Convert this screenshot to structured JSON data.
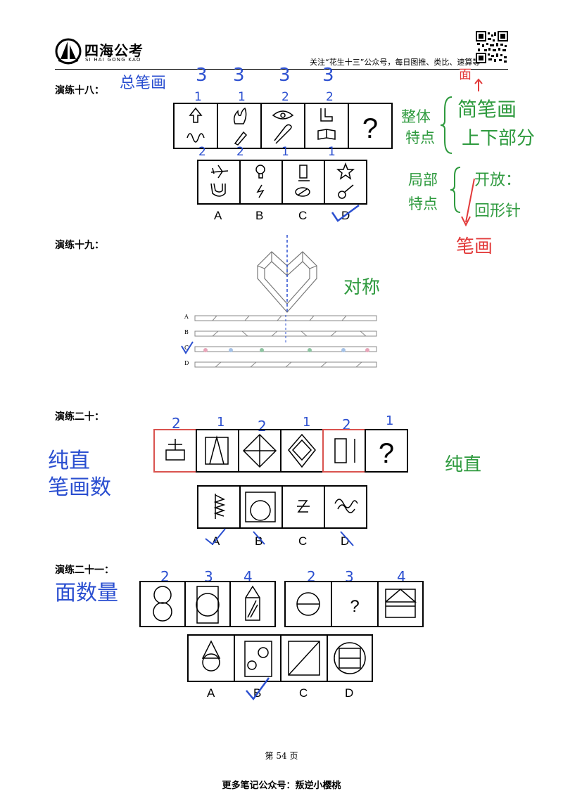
{
  "header": {
    "logo_cn": "四海公考",
    "logo_en": "SI HAI GONG KAO",
    "promo": "关注“花生十三”公众号，每日图推、类比、速算等"
  },
  "ex18": {
    "title": "演练十八：",
    "note_total": "总笔画",
    "stroke_top": [
      "3",
      "3",
      "3",
      "3"
    ],
    "stroke_row1": [
      "1",
      "1",
      "2",
      "2"
    ],
    "stroke_row2": [
      "2",
      "2",
      "1",
      "1"
    ],
    "question": "?",
    "options": [
      "A",
      "B",
      "C",
      "D"
    ],
    "note_whole": "整体",
    "note_feature": "特点",
    "note_simple": "简笔画",
    "note_updown": "上下部分",
    "note_part": "局部",
    "note_feature2": "特点",
    "note_open": "开放：",
    "note_loop": "回形针",
    "note_surface": "面",
    "note_stroke": "笔画"
  },
  "ex19": {
    "title": "演练十九：",
    "note": "对称",
    "options": [
      "A",
      "B",
      "C",
      "D"
    ]
  },
  "ex20": {
    "title": "演练二十：",
    "counts": [
      "2",
      "1",
      "2",
      "1",
      "2",
      "1"
    ],
    "question": "?",
    "options": [
      "A",
      "B",
      "C",
      "D"
    ],
    "note_left1": "纯直",
    "note_left2": "笔画数",
    "note_right": "纯直"
  },
  "ex21": {
    "title": "演练二十一：",
    "note": "面数量",
    "counts_left": [
      "2",
      "3",
      "4"
    ],
    "counts_right": [
      "2",
      "3",
      "4"
    ],
    "question": "?",
    "options": [
      "A",
      "B",
      "C",
      "D"
    ]
  },
  "footer": {
    "page": "第 54 页",
    "more": "更多笔记公众号：叛逆小樱桃"
  },
  "colors": {
    "annotation_blue": "#2b4fd0",
    "annotation_green": "#2e9a3e",
    "annotation_red": "#e23a3a",
    "highlight_box": "#d9534f"
  }
}
